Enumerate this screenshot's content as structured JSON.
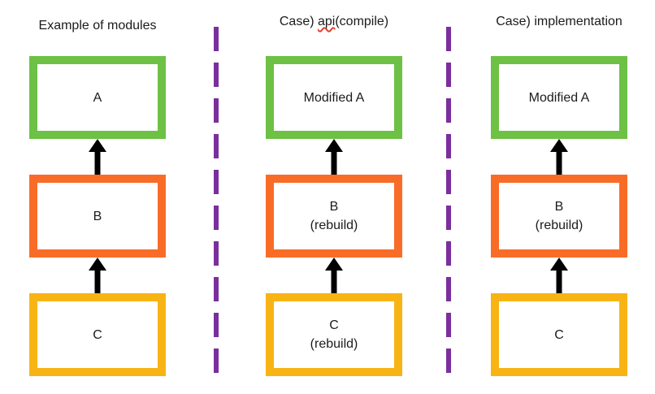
{
  "slide": {
    "columns": [
      {
        "title": "Example of modules",
        "boxes": [
          {
            "label": "A",
            "color_name": "green"
          },
          {
            "label": "B",
            "color_name": "orange"
          },
          {
            "label": "C",
            "color_name": "yellow"
          }
        ]
      },
      {
        "title_prefix": "Case) ",
        "title_misspelled_word": "api",
        "title_suffix": "(compile)",
        "boxes": [
          {
            "label": "Modified A",
            "color_name": "green"
          },
          {
            "label": "B",
            "sublabel": "(rebuild)",
            "color_name": "orange"
          },
          {
            "label": "C",
            "sublabel": "(rebuild)",
            "color_name": "yellow"
          }
        ]
      },
      {
        "title": "Case) implementation",
        "boxes": [
          {
            "label": "Modified A",
            "color_name": "green"
          },
          {
            "label": "B",
            "sublabel": "(rebuild)",
            "color_name": "orange"
          },
          {
            "label": "C",
            "color_name": "yellow"
          }
        ]
      }
    ],
    "arrows": {
      "direction": "up",
      "glyph": "▲"
    },
    "dividers": {
      "style": "dashed-vertical",
      "count": 2
    }
  },
  "colors": {
    "green": "#6dc145",
    "orange": "#f96c27",
    "yellow": "#f8b414",
    "purple": "#7a2f9d",
    "arrow": "#000000",
    "text": "#1b1b1b",
    "spellcheck_underline": "#e2402f"
  }
}
